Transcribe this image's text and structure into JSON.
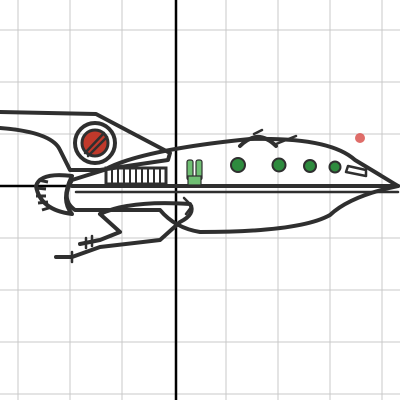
{
  "colors": {
    "background": "#ffffff",
    "grid": "#c9c9c9",
    "axis": "#000000",
    "ship_stroke": "#2f2f2f",
    "porthole": "#2e8b3e",
    "flame_green": "#6fbf73",
    "red_marker": "#d9534f",
    "engine_red": "#c0392b"
  },
  "icons": {
    "ship": "rocket-ship-drawing",
    "portholes": "circle",
    "red_point": "red-dot"
  }
}
